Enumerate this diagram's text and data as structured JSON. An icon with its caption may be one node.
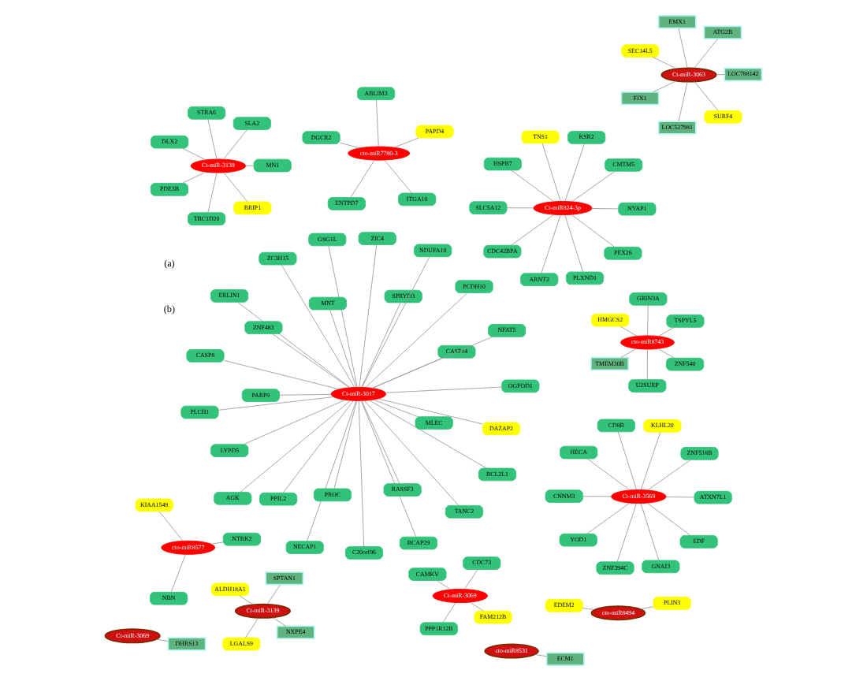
{
  "diagram": {
    "nodes": [
      {
        "text": [
          "Ct-miR-3017"
        ]
      },
      {
        "text": [
          "DAZAP2"
        ]
      },
      {
        "text": [
          "NECAP1"
        ]
      },
      {
        "text": [
          "ZC3H15"
        ]
      },
      {
        "text": [
          "CASP14"
        ]
      },
      {
        "text": [
          "PARP9"
        ]
      },
      {
        "text": [
          "AGK"
        ]
      },
      {
        "text": [
          "BCL2L1"
        ]
      },
      {
        "text": [
          "PPIL2"
        ]
      },
      {
        "text": [
          "BCAP29"
        ]
      },
      {
        "text": [
          "PROC"
        ]
      },
      {
        "text": [
          "PLCH1"
        ]
      },
      {
        "text": [
          "OGFOD1"
        ]
      },
      {
        "text": [
          "NFAT5"
        ]
      },
      {
        "text": [
          "ZIC4"
        ]
      },
      {
        "text": [
          "RASSF3"
        ]
      },
      {
        "text": [
          "TANC2"
        ]
      },
      {
        "text": [
          "ERLIN1"
        ]
      },
      {
        "text": [
          "CASP8"
        ]
      },
      {
        "text": [
          "ZNF483"
        ]
      },
      {
        "text": [
          "MLEC"
        ]
      },
      {
        "text": [
          "LYPD5"
        ]
      },
      {
        "text": [
          "SPRYD3"
        ]
      },
      {
        "text": [
          "NDUFA10"
        ]
      },
      {
        "text": [
          "GSG1L"
        ]
      },
      {
        "text": [
          "C20orf96"
        ]
      },
      {
        "text": [
          "PCDH10"
        ]
      },
      {
        "text": [
          "MNT"
        ]
      },
      {
        "text": [
          "Ct-miR824-3p"
        ]
      },
      {
        "text": [
          "CMTM5"
        ]
      },
      {
        "text": [
          "ARNT2"
        ]
      },
      {
        "text": [
          "TNS1"
        ]
      },
      {
        "text": [
          "KSR2"
        ]
      },
      {
        "text": [
          "HSPB7"
        ]
      },
      {
        "text": [
          "SLC5A12"
        ]
      },
      {
        "text": [
          "NYAP1"
        ]
      },
      {
        "text": [
          "CDC42BPA"
        ]
      },
      {
        "text": [
          "PEX26"
        ]
      },
      {
        "text": [
          "PLXND1"
        ]
      },
      {
        "text": [
          "Ct-miR-3569"
        ]
      },
      {
        "text": [
          "ZNF518B"
        ]
      },
      {
        "text": [
          "ZNF394C"
        ]
      },
      {
        "text": [
          "CD8B"
        ]
      },
      {
        "text": [
          "KLHL20"
        ]
      },
      {
        "text": [
          "HECA"
        ]
      },
      {
        "text": [
          "CNNM3"
        ]
      },
      {
        "text": [
          "ATXN7L1"
        ]
      },
      {
        "text": [
          "YOD1"
        ]
      },
      {
        "text": [
          "EDF"
        ]
      },
      {
        "text": [
          "GNAI3"
        ]
      },
      {
        "text": [
          "Ct-miR-3139"
        ]
      },
      {
        "text": [
          "MN1"
        ]
      },
      {
        "text": [
          "TBC1D20"
        ]
      },
      {
        "text": [
          "DLX2"
        ]
      },
      {
        "text": [
          "SLA2"
        ]
      },
      {
        "text": [
          "STRA6"
        ]
      },
      {
        "text": [
          "PDE3B"
        ]
      },
      {
        "text": [
          "BRIP1"
        ]
      },
      {
        "text": [
          "cto-miR8743"
        ]
      },
      {
        "text": [
          "ZNF540"
        ]
      },
      {
        "text": [
          "U2SURP"
        ]
      },
      {
        "text": [
          "HMGCS2"
        ]
      },
      {
        "text": [
          "TSPYL5"
        ]
      },
      {
        "text": [
          "GRIN3A"
        ]
      },
      {
        "text": [
          "TMEM30B"
        ]
      },
      {
        "text": [
          "cto-miR7780-3"
        ]
      },
      {
        "text": [
          "ITGA10"
        ]
      },
      {
        "text": [
          "ENTPD7"
        ]
      },
      {
        "text": [
          "DGCR2"
        ]
      },
      {
        "text": [
          "PAPD4"
        ]
      },
      {
        "text": [
          "ABLIM3"
        ]
      },
      {
        "text": [
          "Ct-miR-3069"
        ]
      },
      {
        "text": [
          "FAM212B"
        ]
      },
      {
        "text": [
          "PPP1R12B"
        ]
      },
      {
        "text": [
          "CAMKV"
        ]
      },
      {
        "text": [
          "CDC73"
        ]
      },
      {
        "text": [
          "cto-miR8577"
        ]
      },
      {
        "text": [
          "NTRK2"
        ]
      },
      {
        "text": [
          "NBN"
        ]
      },
      {
        "text": [
          "KIAA1549"
        ]
      },
      {
        "text": [
          "Ct-miR-3063"
        ]
      },
      {
        "text": [
          "LOC788142"
        ]
      },
      {
        "text": [
          "LOC527981"
        ]
      },
      {
        "text": [
          "SEC14L5"
        ]
      },
      {
        "text": [
          "ATG2B"
        ]
      },
      {
        "text": [
          "EMX1"
        ]
      },
      {
        "text": [
          "FJX1"
        ]
      },
      {
        "text": [
          "SURF4"
        ]
      },
      {
        "text": [
          "Ct-miR-3139"
        ]
      },
      {
        "text": [
          "NXPE4"
        ]
      },
      {
        "text": [
          "LGALS9"
        ]
      },
      {
        "text": [
          "ALDH18A1"
        ]
      },
      {
        "text": [
          "SPTAN1"
        ]
      },
      {
        "text": [
          "EDEM2"
        ]
      },
      {
        "text": [
          "PLIN3"
        ]
      },
      {
        "text": [
          "cto-miR8494"
        ]
      },
      {
        "text": [
          "Ct-miR-3069"
        ]
      },
      {
        "text": [
          "DHRS13"
        ]
      },
      {
        "text": [
          "cto-miR8531"
        ]
      },
      {
        "text": [
          "ECM1"
        ]
      }
    ],
    "edges": [
      {
        "from": 0,
        "to": 1,
        "arrow": "none"
      },
      {
        "from": 0,
        "to": 2,
        "arrow": "none"
      },
      {
        "from": 0,
        "to": 3,
        "arrow": "none"
      },
      {
        "from": 0,
        "to": 4,
        "arrow": "none"
      },
      {
        "from": 0,
        "to": 5,
        "arrow": "none"
      },
      {
        "from": 0,
        "to": 6,
        "arrow": "none"
      },
      {
        "from": 0,
        "to": 7,
        "arrow": "none"
      },
      {
        "from": 0,
        "to": 8,
        "arrow": "none"
      },
      {
        "from": 0,
        "to": 9,
        "arrow": "none"
      },
      {
        "from": 0,
        "to": 10,
        "arrow": "none"
      },
      {
        "from": 0,
        "to": 11,
        "arrow": "none"
      },
      {
        "from": 0,
        "to": 12,
        "arrow": "none"
      },
      {
        "from": 0,
        "to": 13,
        "arrow": "none"
      },
      {
        "from": 0,
        "to": 14,
        "arrow": "none"
      },
      {
        "from": 0,
        "to": 15,
        "arrow": "none"
      },
      {
        "from": 0,
        "to": 16,
        "arrow": "none"
      },
      {
        "from": 0,
        "to": 17,
        "arrow": "none"
      },
      {
        "from": 0,
        "to": 18,
        "arrow": "none"
      },
      {
        "from": 0,
        "to": 19,
        "arrow": "none"
      },
      {
        "from": 0,
        "to": 20,
        "arrow": "none"
      },
      {
        "from": 0,
        "to": 21,
        "arrow": "none"
      },
      {
        "from": 0,
        "to": 22,
        "arrow": "none"
      },
      {
        "from": 0,
        "to": 23,
        "arrow": "none"
      },
      {
        "from": 0,
        "to": 24,
        "arrow": "none"
      },
      {
        "from": 0,
        "to": 25,
        "arrow": "none"
      },
      {
        "from": 0,
        "to": 26,
        "arrow": "none"
      },
      {
        "from": 0,
        "to": 27,
        "arrow": "none"
      },
      {
        "from": 28,
        "to": 29,
        "arrow": "none"
      },
      {
        "from": 28,
        "to": 30,
        "arrow": "none"
      },
      {
        "from": 28,
        "to": 31,
        "arrow": "none"
      },
      {
        "from": 28,
        "to": 32,
        "arrow": "none"
      },
      {
        "from": 28,
        "to": 33,
        "arrow": "none"
      },
      {
        "from": 28,
        "to": 34,
        "arrow": "none"
      },
      {
        "from": 28,
        "to": 35,
        "arrow": "none"
      },
      {
        "from": 28,
        "to": 36,
        "arrow": "none"
      },
      {
        "from": 28,
        "to": 37,
        "arrow": "none"
      },
      {
        "from": 28,
        "to": 38,
        "arrow": "none"
      },
      {
        "from": 39,
        "to": 40,
        "arrow": "none"
      },
      {
        "from": 39,
        "to": 41,
        "arrow": "none"
      },
      {
        "from": 39,
        "to": 42,
        "arrow": "none"
      },
      {
        "from": 39,
        "to": 43,
        "arrow": "none"
      },
      {
        "from": 39,
        "to": 44,
        "arrow": "none"
      },
      {
        "from": 39,
        "to": 45,
        "arrow": "none"
      },
      {
        "from": 39,
        "to": 46,
        "arrow": "none"
      },
      {
        "from": 39,
        "to": 47,
        "arrow": "none"
      },
      {
        "from": 39,
        "to": 48,
        "arrow": "none"
      },
      {
        "from": 39,
        "to": 49,
        "arrow": "none"
      },
      {
        "from": 50,
        "to": 51,
        "arrow": "none"
      },
      {
        "from": 50,
        "to": 52,
        "arrow": "none"
      },
      {
        "from": 50,
        "to": 53,
        "arrow": "none"
      },
      {
        "from": 50,
        "to": 54,
        "arrow": "none"
      },
      {
        "from": 50,
        "to": 55,
        "arrow": "none"
      },
      {
        "from": 50,
        "to": 56,
        "arrow": "none"
      },
      {
        "from": 50,
        "to": 57,
        "arrow": "none"
      },
      {
        "from": 58,
        "to": 59,
        "arrow": "none"
      },
      {
        "from": 58,
        "to": 60,
        "arrow": "none"
      },
      {
        "from": 58,
        "to": 61,
        "arrow": "none"
      },
      {
        "from": 58,
        "to": 62,
        "arrow": "none"
      },
      {
        "from": 58,
        "to": 63,
        "arrow": "none"
      },
      {
        "from": 58,
        "to": 64,
        "arrow": "none"
      },
      {
        "from": 65,
        "to": 66,
        "arrow": "none"
      },
      {
        "from": 65,
        "to": 67,
        "arrow": "none"
      },
      {
        "from": 65,
        "to": 68,
        "arrow": "none"
      },
      {
        "from": 65,
        "to": 69,
        "arrow": "none"
      },
      {
        "from": 65,
        "to": 70,
        "arrow": "none"
      },
      {
        "from": 71,
        "to": 72,
        "arrow": "none"
      },
      {
        "from": 71,
        "to": 73,
        "arrow": "none"
      },
      {
        "from": 71,
        "to": 74,
        "arrow": "none"
      },
      {
        "from": 71,
        "to": 75,
        "arrow": "none"
      },
      {
        "from": 76,
        "to": 77,
        "arrow": "none"
      },
      {
        "from": 76,
        "to": 78,
        "arrow": "none"
      },
      {
        "from": 76,
        "to": 79,
        "arrow": "none"
      },
      {
        "from": 80,
        "to": 81,
        "arrow": "none"
      },
      {
        "from": 80,
        "to": 82,
        "arrow": "none"
      },
      {
        "from": 80,
        "to": 83,
        "arrow": "none"
      },
      {
        "from": 80,
        "to": 84,
        "arrow": "none"
      },
      {
        "from": 80,
        "to": 85,
        "arrow": "none"
      },
      {
        "from": 80,
        "to": 86,
        "arrow": "none"
      },
      {
        "from": 80,
        "to": 87,
        "arrow": "none"
      },
      {
        "from": 88,
        "to": 89,
        "arrow": "none"
      },
      {
        "from": 88,
        "to": 90,
        "arrow": "none"
      },
      {
        "from": 88,
        "to": 91,
        "arrow": "none"
      },
      {
        "from": 88,
        "to": 92,
        "arrow": "none"
      },
      {
        "from": 95,
        "to": 93,
        "arrow": "none"
      },
      {
        "from": 95,
        "to": 94,
        "arrow": "none"
      },
      {
        "from": 96,
        "to": 97,
        "arrow": "none"
      },
      {
        "from": 98,
        "to": 99,
        "arrow": "none"
      }
    ],
    "labels": [
      "(a)",
      "(b)"
    ]
  }
}
